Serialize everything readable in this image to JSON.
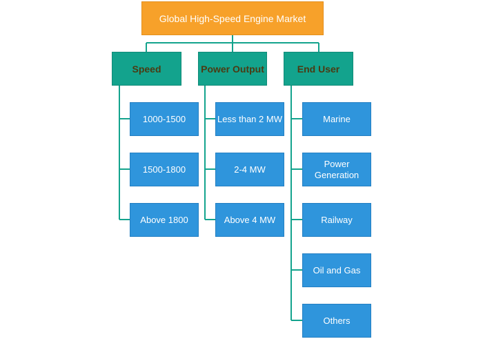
{
  "root": {
    "label": "Global High-Speed Engine Market"
  },
  "categories": [
    {
      "label": "Speed",
      "items": [
        "1000-1500",
        "1500-1800",
        "Above 1800"
      ]
    },
    {
      "label": "Power Output",
      "items": [
        "Less than 2 MW",
        "2-4 MW",
        "Above 4 MW"
      ]
    },
    {
      "label": "End User",
      "items": [
        "Marine",
        "Power Generation",
        "Railway",
        "Oil and Gas",
        "Others"
      ]
    }
  ],
  "colors": {
    "root": "#f7a12a",
    "category": "#13a38d",
    "category_text": "#4b3a12",
    "leaf": "#2f95dc",
    "connector": "#13a38d"
  }
}
